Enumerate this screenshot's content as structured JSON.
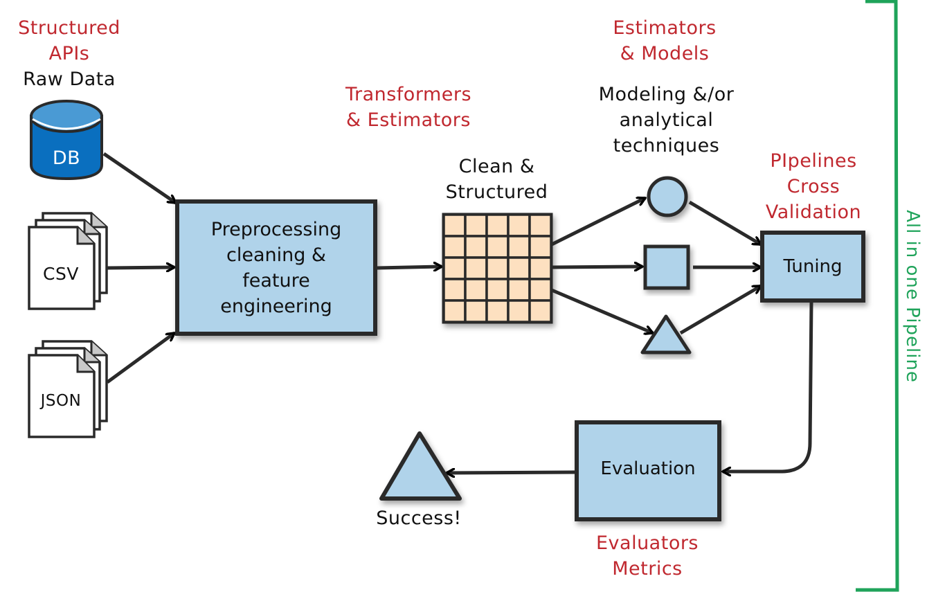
{
  "colors": {
    "label_red": "#c0282f",
    "green": "#1fa35a",
    "box_fill": "#b0d3ea",
    "grid_fill": "#fde0c0",
    "db_top": "#4a9ad4",
    "db_body": "#0a6fbf",
    "stroke": "#2a2a2a",
    "doc_fold": "#c8c8c8"
  },
  "labels": {
    "structured_apis": [
      "Structured",
      "APIs"
    ],
    "raw_data": "Raw Data",
    "transformers": [
      "Transformers",
      "& Estimators"
    ],
    "clean_structured": [
      "Clean &",
      "Structured"
    ],
    "estimators_models": [
      "Estimators",
      "& Models"
    ],
    "modeling": [
      "Modeling &/or",
      "analytical",
      "techniques"
    ],
    "pipelines": [
      "PIpelines",
      "Cross",
      "Validation"
    ],
    "evaluators": [
      "Evaluators",
      "Metrics"
    ],
    "success": "Success!",
    "all_in_one": "All in one Pipeline"
  },
  "sources": {
    "db": "DB",
    "csv": "CSV",
    "json": "JSON"
  },
  "boxes": {
    "preprocessing": [
      "Preprocessing",
      "cleaning &",
      "feature",
      "engineering"
    ],
    "tuning": "Tuning",
    "evaluation": "Evaluation"
  },
  "grid": {
    "rows": 5,
    "cols": 5
  },
  "models": [
    "circle",
    "square",
    "triangle"
  ]
}
